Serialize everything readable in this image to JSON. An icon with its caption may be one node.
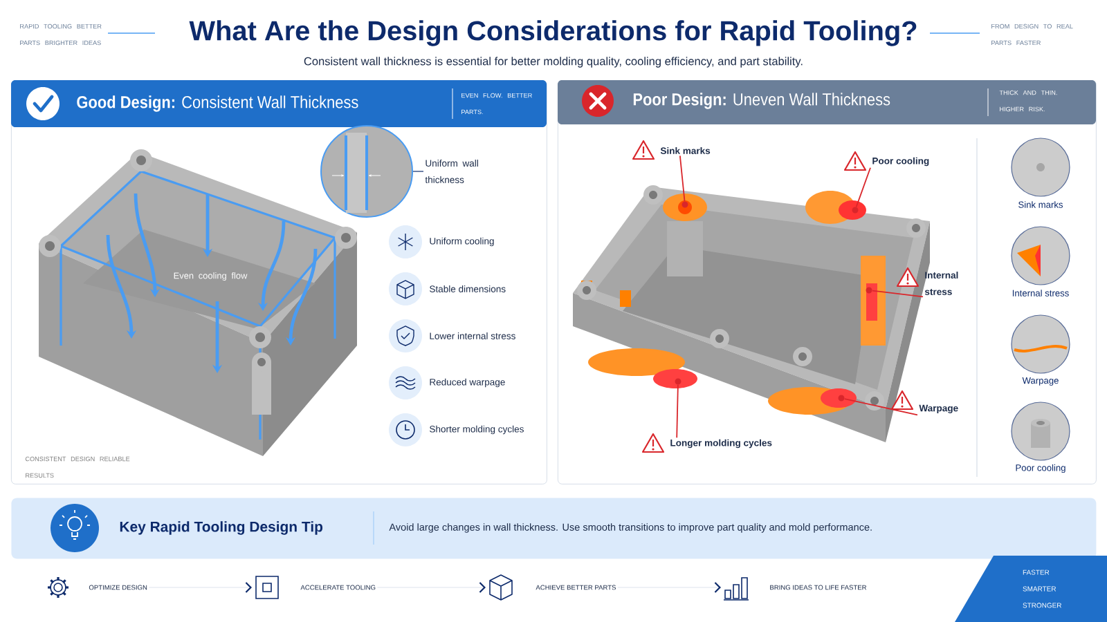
{
  "diagram": {
    "title": "What Are the Design Considerations for Rapid Tooling?",
    "nodes": [
      {
        "text": [
          "**Good Design:** Consistent Wall Thickness",
          "EVEN FLOW. BETTER PARTS."
        ]
      },
      {
        "text": [],
        "shape": "circle",
        "in": 0
      },
      {
        "text": [
          "Uniform wall thickness"
        ],
        "in": 0
      },
      {
        "text": [
          "**Poor Design:** Uneven Wall Thickness",
          "THICK AND THIN. HIGHER RISK."
        ]
      },
      {
        "text": [
          "Sink marks"
        ],
        "in": 3
      },
      {
        "text": [
          "Poor cooling"
        ],
        "in": 3
      },
      {
        "text": [
          "Internal stress"
        ],
        "in": 3
      },
      {
        "text": [
          "Warpage"
        ],
        "in": 3
      },
      {
        "text": [
          "Longer molding cycles"
        ],
        "in": 3
      },
      {
        "text": [
          "Key Rapid Tooling Design Tip",
          "Avoid large changes in wall thickness. Use smooth transitions to improve part quality and mold performance."
        ]
      },
      {
        "text": [
          "OPTIMIZE DESIGN"
        ]
      },
      {
        "text": [
          "ACCELERATE TOOLING"
        ]
      },
      {
        "text": [
          "ACHIEVE BETTER PARTS"
        ]
      },
      {
        "text": [
          "BRING IDEAS TO LIFE FASTER"
        ]
      },
      {
        "text": [
          "FASTER SMARTER STRONGER"
        ]
      },
      {
        "text": [],
        "shape": "circle",
        "in": 3
      },
      {
        "text": [],
        "shape": "circle",
        "in": 3
      },
      {
        "text": [],
        "shape": "circle",
        "in": 3
      },
      {
        "text": [],
        "shape": "circle",
        "in": 3
      },
      {
        "text": [],
        "shape": "circle",
        "in": 3
      }
    ],
    "edges": [
      {
        "from": 2,
        "to": 1,
        "arrow": "none",
        "color": "#0d2a6b"
      },
      {
        "from": 4,
        "to": 15,
        "arrow": "none"
      },
      {
        "from": 5,
        "to": 16,
        "arrow": "none"
      },
      {
        "from": 6,
        "to": 17,
        "arrow": "none"
      },
      {
        "from": 7,
        "to": 18,
        "arrow": "none"
      },
      {
        "from": 8,
        "to": 19,
        "arrow": "none"
      },
      {
        "from": 10,
        "to": 11,
        "arrow": "to",
        "color": "#d3dae6"
      },
      {
        "from": 11,
        "to": 12,
        "arrow": "to",
        "color": "#d3dae6"
      },
      {
        "from": 12,
        "to": 13,
        "arrow": "to",
        "color": "#d3dae6"
      }
    ],
    "labels": [
      "RAPID TOOLING BETTER PARTS BRIGHTER IDEAS",
      "Consistent wall thickness is essential for better molding quality, cooling efficiency, and part stability.",
      "FROM DESIGN TO REAL PARTS FASTER",
      "Even cooling flow",
      "Uniform cooling",
      "Stable dimensions",
      "Lower internal stress",
      "Reduced warpage",
      "Shorter molding cycles",
      "CONSISTENT DESIGN RELIABLE RESULTS",
      "Sink marks",
      "Internal stress",
      "Warpage",
      "Poor cooling"
    ]
  }
}
